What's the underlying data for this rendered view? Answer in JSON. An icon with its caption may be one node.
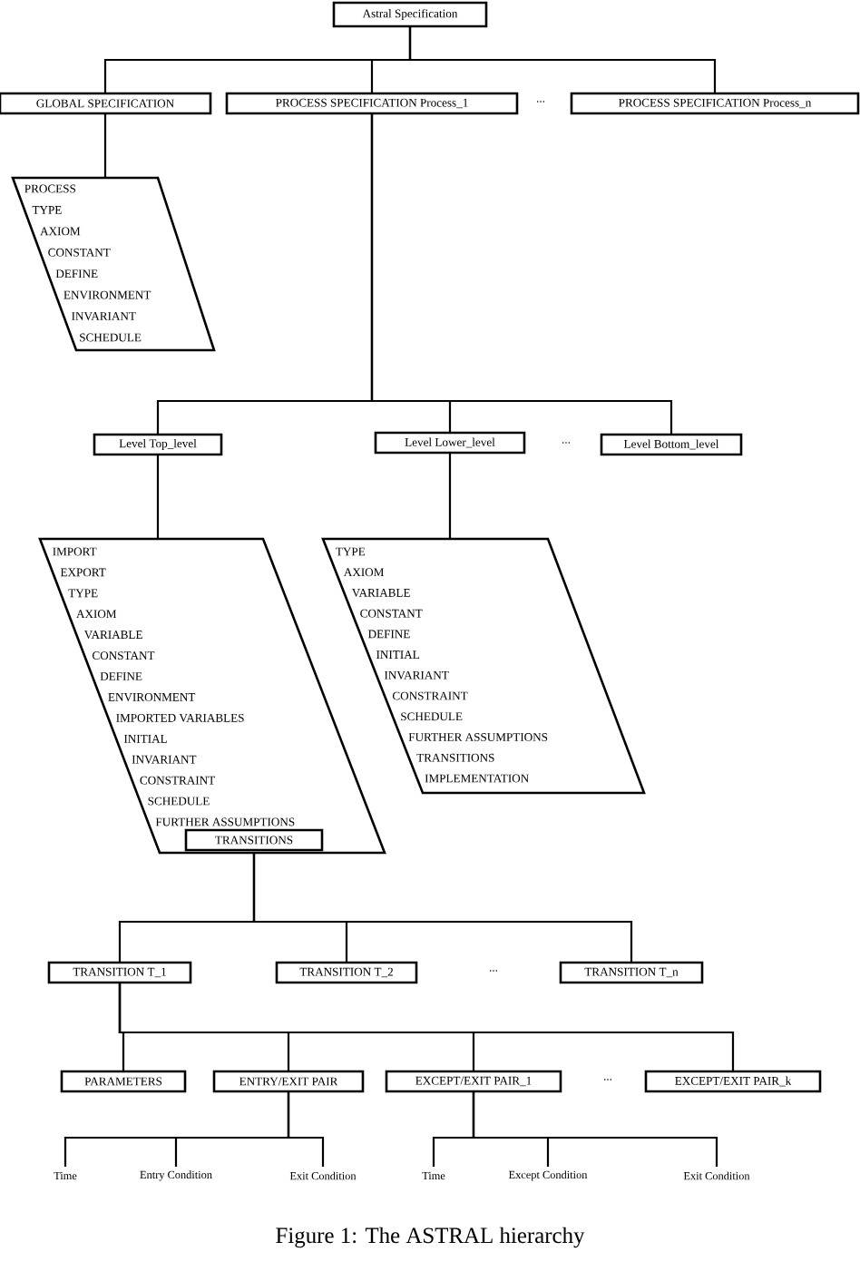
{
  "diagram": {
    "caption": "Figure 1: The ASTRAL hierarchy",
    "nodes": [
      {
        "text": [
          "Astral Specification"
        ]
      },
      {
        "text": [
          "GLOBAL SPECIFICATION"
        ]
      },
      {
        "text": [
          "PROCESS SPECIFICATION Process_1"
        ]
      },
      {
        "text": [
          "PROCESS SPECIFICATION Process_n"
        ]
      },
      {
        "text": [
          "PROCESS",
          "TYPE",
          "AXIOM",
          "CONSTANT",
          "DEFINE",
          "ENVIRONMENT",
          "INVARIANT",
          "SCHEDULE"
        ]
      },
      {
        "text": [
          "Level Top_level"
        ]
      },
      {
        "text": [
          "Level Lower_level"
        ]
      },
      {
        "text": [
          "Level Bottom_level"
        ]
      },
      {
        "text": [
          "IMPORT",
          "EXPORT",
          "TYPE",
          "AXIOM",
          "VARIABLE",
          "CONSTANT",
          "DEFINE",
          "ENVIRONMENT",
          "IMPORTED VARIABLES",
          "INITIAL",
          "INVARIANT",
          "CONSTRAINT",
          "SCHEDULE",
          "FURTHER ASSUMPTIONS"
        ]
      },
      {
        "text": [
          "TRANSITIONS"
        ],
        "in": 8
      },
      {
        "text": [
          "TYPE",
          "AXIOM",
          "VARIABLE",
          "CONSTANT",
          "DEFINE",
          "INITIAL",
          "INVARIANT",
          "CONSTRAINT",
          "SCHEDULE",
          "FURTHER ASSUMPTIONS",
          "TRANSITIONS",
          "IMPLEMENTATION"
        ]
      },
      {
        "text": [
          "TRANSITION T_1"
        ]
      },
      {
        "text": [
          "TRANSITION T_2"
        ]
      },
      {
        "text": [
          "TRANSITION T_n"
        ]
      },
      {
        "text": [
          "PARAMETERS"
        ]
      },
      {
        "text": [
          "ENTRY/EXIT PAIR"
        ]
      },
      {
        "text": [
          "EXCEPT/EXIT PAIR_1"
        ]
      },
      {
        "text": [
          "EXCEPT/EXIT PAIR_k"
        ]
      },
      {
        "text": [
          "Time"
        ]
      },
      {
        "text": [
          "Entry Condition"
        ]
      },
      {
        "text": [
          "Exit Condition"
        ]
      },
      {
        "text": [
          "Time"
        ]
      },
      {
        "text": [
          "Except Condition"
        ]
      },
      {
        "text": [
          "Exit Condition"
        ]
      }
    ],
    "edges": [
      {
        "from": 0,
        "to": 1,
        "arrow": "none"
      },
      {
        "from": 0,
        "to": 2,
        "arrow": "none"
      },
      {
        "from": 0,
        "to": 3,
        "arrow": "none"
      },
      {
        "from": 1,
        "to": 4,
        "arrow": "none"
      },
      {
        "from": 2,
        "to": 5,
        "arrow": "none"
      },
      {
        "from": 2,
        "to": 6,
        "arrow": "none"
      },
      {
        "from": 2,
        "to": 7,
        "arrow": "none"
      },
      {
        "from": 5,
        "to": 8,
        "arrow": "none"
      },
      {
        "from": 6,
        "to": 10,
        "arrow": "none"
      },
      {
        "from": 9,
        "to": 11,
        "arrow": "none"
      },
      {
        "from": 9,
        "to": 12,
        "arrow": "none"
      },
      {
        "from": 9,
        "to": 13,
        "arrow": "none"
      },
      {
        "from": 11,
        "to": 14,
        "arrow": "none"
      },
      {
        "from": 11,
        "to": 15,
        "arrow": "none"
      },
      {
        "from": 11,
        "to": 16,
        "arrow": "none"
      },
      {
        "from": 11,
        "to": 17,
        "arrow": "none"
      },
      {
        "from": 15,
        "to": 18,
        "arrow": "none"
      },
      {
        "from": 15,
        "to": 19,
        "arrow": "none"
      },
      {
        "from": 15,
        "to": 20,
        "arrow": "none"
      },
      {
        "from": 16,
        "to": 21,
        "arrow": "none"
      },
      {
        "from": 16,
        "to": 22,
        "arrow": "none"
      },
      {
        "from": 16,
        "to": 23,
        "arrow": "none"
      }
    ],
    "labels": [
      "...",
      "...",
      "...",
      "..."
    ]
  }
}
